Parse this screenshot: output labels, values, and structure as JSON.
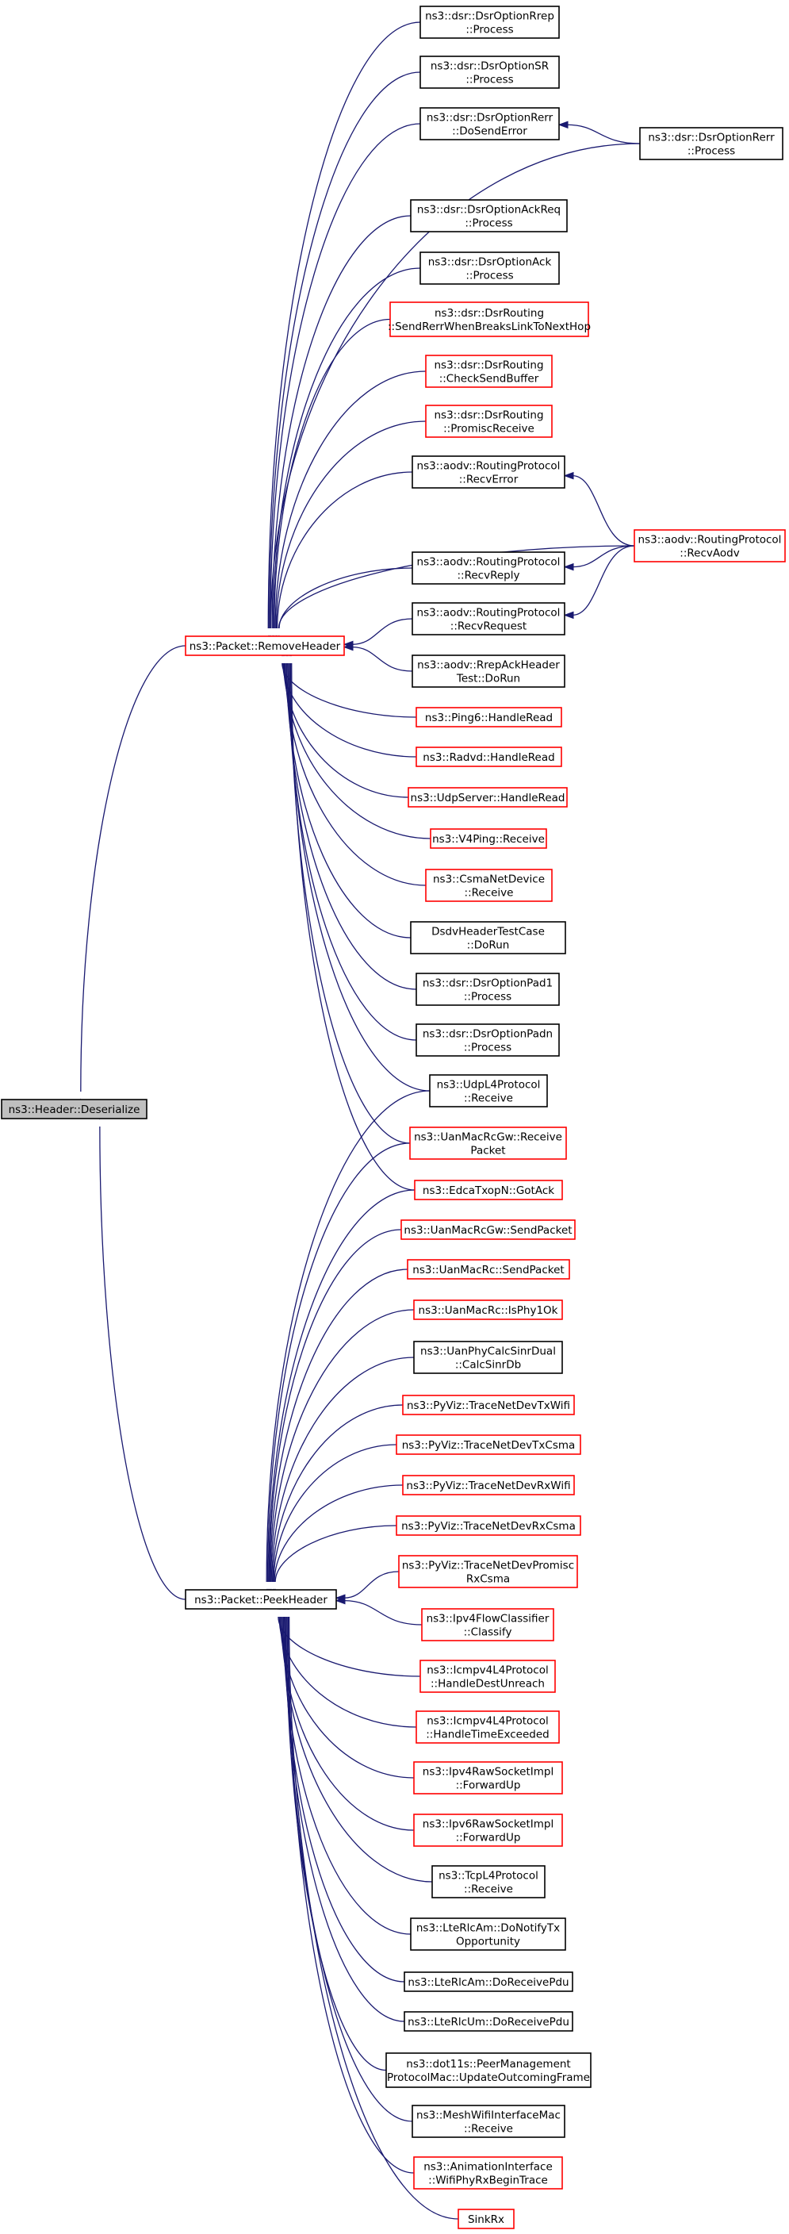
{
  "graph": {
    "title": "",
    "nodes": [
      {
        "id": "header_deserialize",
        "lines": [
          "ns3::Header::Deserialize"
        ],
        "style": "root"
      },
      {
        "id": "packet_removeheader",
        "lines": [
          "ns3::Packet::RemoveHeader"
        ],
        "style": "red"
      },
      {
        "id": "packet_peekheader",
        "lines": [
          "ns3::Packet::PeekHeader"
        ],
        "style": "black"
      },
      {
        "id": "dsroptionrrep_process",
        "lines": [
          "ns3::dsr::DsrOptionRrep",
          "::Process"
        ],
        "style": "black"
      },
      {
        "id": "dsroptionsr_process",
        "lines": [
          "ns3::dsr::DsrOptionSR",
          "::Process"
        ],
        "style": "black"
      },
      {
        "id": "dsroptionrerr_dosenderror",
        "lines": [
          "ns3::dsr::DsrOptionRerr",
          "::DoSendError"
        ],
        "style": "black"
      },
      {
        "id": "dsroptionrerr_process",
        "lines": [
          "ns3::dsr::DsrOptionRerr",
          "::Process"
        ],
        "style": "black"
      },
      {
        "id": "dsroptionackreq_process",
        "lines": [
          "ns3::dsr::DsrOptionAckReq",
          "::Process"
        ],
        "style": "black"
      },
      {
        "id": "dsroptionack_process",
        "lines": [
          "ns3::dsr::DsrOptionAck",
          "::Process"
        ],
        "style": "black"
      },
      {
        "id": "dsrrouting_sendrerr",
        "lines": [
          "ns3::dsr::DsrRouting",
          "::SendRerrWhenBreaksLinkToNextHop"
        ],
        "style": "red"
      },
      {
        "id": "dsrrouting_checksendbuffer",
        "lines": [
          "ns3::dsr::DsrRouting",
          "::CheckSendBuffer"
        ],
        "style": "red"
      },
      {
        "id": "dsrrouting_promiscreceive",
        "lines": [
          "ns3::dsr::DsrRouting",
          "::PromiscReceive"
        ],
        "style": "red"
      },
      {
        "id": "aodv_recverror",
        "lines": [
          "ns3::aodv::RoutingProtocol",
          "::RecvError"
        ],
        "style": "black"
      },
      {
        "id": "aodv_recvaodv",
        "lines": [
          "ns3::aodv::RoutingProtocol",
          "::RecvAodv"
        ],
        "style": "red"
      },
      {
        "id": "aodv_recvreply",
        "lines": [
          "ns3::aodv::RoutingProtocol",
          "::RecvReply"
        ],
        "style": "black"
      },
      {
        "id": "aodv_recvrequest",
        "lines": [
          "ns3::aodv::RoutingProtocol",
          "::RecvRequest"
        ],
        "style": "black"
      },
      {
        "id": "aodv_rrepackheadertest",
        "lines": [
          "ns3::aodv::RrepAckHeader",
          "Test::DoRun"
        ],
        "style": "black"
      },
      {
        "id": "ping6_handleread",
        "lines": [
          "ns3::Ping6::HandleRead"
        ],
        "style": "red"
      },
      {
        "id": "radvd_handleread",
        "lines": [
          "ns3::Radvd::HandleRead"
        ],
        "style": "red"
      },
      {
        "id": "udpserver_handleread",
        "lines": [
          "ns3::UdpServer::HandleRead"
        ],
        "style": "red"
      },
      {
        "id": "v4ping_receive",
        "lines": [
          "ns3::V4Ping::Receive"
        ],
        "style": "red"
      },
      {
        "id": "csmanetdevice_receive",
        "lines": [
          "ns3::CsmaNetDevice",
          "::Receive"
        ],
        "style": "red"
      },
      {
        "id": "dsdvheadertestcase_dorun",
        "lines": [
          "DsdvHeaderTestCase",
          "::DoRun"
        ],
        "style": "black"
      },
      {
        "id": "dsroptionpad1_process",
        "lines": [
          "ns3::dsr::DsrOptionPad1",
          "::Process"
        ],
        "style": "black"
      },
      {
        "id": "dsroptionpadn_process",
        "lines": [
          "ns3::dsr::DsrOptionPadn",
          "::Process"
        ],
        "style": "black"
      },
      {
        "id": "udpl4protocol_receive",
        "lines": [
          "ns3::UdpL4Protocol",
          "::Receive"
        ],
        "style": "black"
      },
      {
        "id": "uanmacrcgw_receivepacket",
        "lines": [
          "ns3::UanMacRcGw::Receive",
          "Packet"
        ],
        "style": "red"
      },
      {
        "id": "edcatxopn_gotack",
        "lines": [
          "ns3::EdcaTxopN::GotAck"
        ],
        "style": "red"
      },
      {
        "id": "uanmacrcgw_sendpacket",
        "lines": [
          "ns3::UanMacRcGw::SendPacket"
        ],
        "style": "red"
      },
      {
        "id": "uanmacrc_sendpacket",
        "lines": [
          "ns3::UanMacRc::SendPacket"
        ],
        "style": "red"
      },
      {
        "id": "uanmacrc_isphy1ok",
        "lines": [
          "ns3::UanMacRc::IsPhy1Ok"
        ],
        "style": "red"
      },
      {
        "id": "uanphycalcsinrdual",
        "lines": [
          "ns3::UanPhyCalcSinrDual",
          "::CalcSinrDb"
        ],
        "style": "black"
      },
      {
        "id": "pyviz_tracenetdevtxwifi",
        "lines": [
          "ns3::PyViz::TraceNetDevTxWifi"
        ],
        "style": "red"
      },
      {
        "id": "pyviz_tracenetdevtxcsma",
        "lines": [
          "ns3::PyViz::TraceNetDevTxCsma"
        ],
        "style": "red"
      },
      {
        "id": "pyviz_tracenetdevrxwifi",
        "lines": [
          "ns3::PyViz::TraceNetDevRxWifi"
        ],
        "style": "red"
      },
      {
        "id": "pyviz_tracenetdevrxcsma",
        "lines": [
          "ns3::PyViz::TraceNetDevRxCsma"
        ],
        "style": "red"
      },
      {
        "id": "pyviz_tracenetdevpromiscrxcsma",
        "lines": [
          "ns3::PyViz::TraceNetDevPromisc",
          "RxCsma"
        ],
        "style": "red"
      },
      {
        "id": "ipv4flowclassifier_classify",
        "lines": [
          "ns3::Ipv4FlowClassifier",
          "::Classify"
        ],
        "style": "red"
      },
      {
        "id": "icmpv4_handledestunreach",
        "lines": [
          "ns3::Icmpv4L4Protocol",
          "::HandleDestUnreach"
        ],
        "style": "red"
      },
      {
        "id": "icmpv4_handletimeexceeded",
        "lines": [
          "ns3::Icmpv4L4Protocol",
          "::HandleTimeExceeded"
        ],
        "style": "red"
      },
      {
        "id": "ipv4rawsocketimpl_forwardup",
        "lines": [
          "ns3::Ipv4RawSocketImpl",
          "::ForwardUp"
        ],
        "style": "red"
      },
      {
        "id": "ipv6rawsocketimpl_forwardup",
        "lines": [
          "ns3::Ipv6RawSocketImpl",
          "::ForwardUp"
        ],
        "style": "red"
      },
      {
        "id": "tcpl4protocol_receive",
        "lines": [
          "ns3::TcpL4Protocol",
          "::Receive"
        ],
        "style": "black"
      },
      {
        "id": "lterlcam_donotifytxopportunity",
        "lines": [
          "ns3::LteRlcAm::DoNotifyTx",
          "Opportunity"
        ],
        "style": "black"
      },
      {
        "id": "lterlcam_doreceivepdu",
        "lines": [
          "ns3::LteRlcAm::DoReceivePdu"
        ],
        "style": "black"
      },
      {
        "id": "lterlcum_doreceivepdu",
        "lines": [
          "ns3::LteRlcUm::DoReceivePdu"
        ],
        "style": "black"
      },
      {
        "id": "dot11s_peermanagement",
        "lines": [
          "ns3::dot11s::PeerManagement",
          "ProtocolMac::UpdateOutcomingFrame"
        ],
        "style": "black"
      },
      {
        "id": "meshwifiinterfacemac_receive",
        "lines": [
          "ns3::MeshWifiInterfaceMac",
          "::Receive"
        ],
        "style": "black"
      },
      {
        "id": "animationinterface_wifiphyrxbegintrace",
        "lines": [
          "ns3::AnimationInterface",
          "::WifiPhyRxBeginTrace"
        ],
        "style": "red"
      },
      {
        "id": "sinkrx",
        "lines": [
          "SinkRx"
        ],
        "style": "red"
      }
    ],
    "edges": [
      [
        "packet_removeheader",
        "header_deserialize"
      ],
      [
        "packet_peekheader",
        "header_deserialize"
      ],
      [
        "dsroptionrrep_process",
        "packet_removeheader"
      ],
      [
        "dsroptionsr_process",
        "packet_removeheader"
      ],
      [
        "dsroptionrerr_dosenderror",
        "packet_removeheader"
      ],
      [
        "dsroptionrerr_process",
        "dsroptionrerr_dosenderror"
      ],
      [
        "dsroptionrerr_process",
        "packet_removeheader"
      ],
      [
        "dsroptionackreq_process",
        "packet_removeheader"
      ],
      [
        "dsroptionack_process",
        "packet_removeheader"
      ],
      [
        "dsrrouting_sendrerr",
        "packet_removeheader"
      ],
      [
        "dsrrouting_checksendbuffer",
        "packet_removeheader"
      ],
      [
        "dsrrouting_promiscreceive",
        "packet_removeheader"
      ],
      [
        "aodv_recverror",
        "packet_removeheader"
      ],
      [
        "aodv_recvaodv",
        "aodv_recverror"
      ],
      [
        "aodv_recvaodv",
        "packet_removeheader"
      ],
      [
        "aodv_recvaodv",
        "aodv_recvreply"
      ],
      [
        "aodv_recvaodv",
        "aodv_recvrequest"
      ],
      [
        "aodv_recvreply",
        "packet_removeheader"
      ],
      [
        "aodv_recvrequest",
        "packet_removeheader"
      ],
      [
        "aodv_rrepackheadertest",
        "packet_removeheader"
      ],
      [
        "ping6_handleread",
        "packet_removeheader"
      ],
      [
        "radvd_handleread",
        "packet_removeheader"
      ],
      [
        "udpserver_handleread",
        "packet_removeheader"
      ],
      [
        "v4ping_receive",
        "packet_removeheader"
      ],
      [
        "csmanetdevice_receive",
        "packet_removeheader"
      ],
      [
        "dsdvheadertestcase_dorun",
        "packet_removeheader"
      ],
      [
        "dsroptionpad1_process",
        "packet_removeheader"
      ],
      [
        "dsroptionpadn_process",
        "packet_removeheader"
      ],
      [
        "udpl4protocol_receive",
        "packet_removeheader"
      ],
      [
        "uanmacrcgw_receivepacket",
        "packet_removeheader"
      ],
      [
        "edcatxopn_gotack",
        "packet_removeheader"
      ],
      [
        "udpl4protocol_receive",
        "packet_peekheader"
      ],
      [
        "uanmacrcgw_receivepacket",
        "packet_peekheader"
      ],
      [
        "edcatxopn_gotack",
        "packet_peekheader"
      ],
      [
        "uanmacrcgw_sendpacket",
        "packet_peekheader"
      ],
      [
        "uanmacrc_sendpacket",
        "packet_peekheader"
      ],
      [
        "uanmacrc_isphy1ok",
        "packet_peekheader"
      ],
      [
        "uanphycalcsinrdual",
        "packet_peekheader"
      ],
      [
        "pyviz_tracenetdevtxwifi",
        "packet_peekheader"
      ],
      [
        "pyviz_tracenetdevtxcsma",
        "packet_peekheader"
      ],
      [
        "pyviz_tracenetdevrxwifi",
        "packet_peekheader"
      ],
      [
        "pyviz_tracenetdevrxcsma",
        "packet_peekheader"
      ],
      [
        "pyviz_tracenetdevpromiscrxcsma",
        "packet_peekheader"
      ],
      [
        "ipv4flowclassifier_classify",
        "packet_peekheader"
      ],
      [
        "icmpv4_handledestunreach",
        "packet_peekheader"
      ],
      [
        "icmpv4_handletimeexceeded",
        "packet_peekheader"
      ],
      [
        "ipv4rawsocketimpl_forwardup",
        "packet_peekheader"
      ],
      [
        "ipv6rawsocketimpl_forwardup",
        "packet_peekheader"
      ],
      [
        "tcpl4protocol_receive",
        "packet_peekheader"
      ],
      [
        "lterlcam_donotifytxopportunity",
        "packet_peekheader"
      ],
      [
        "lterlcam_doreceivepdu",
        "packet_peekheader"
      ],
      [
        "lterlcum_doreceivepdu",
        "packet_peekheader"
      ],
      [
        "dot11s_peermanagement",
        "packet_peekheader"
      ],
      [
        "meshwifiinterfacemac_receive",
        "packet_peekheader"
      ],
      [
        "animationinterface_wifiphyrxbegintrace",
        "packet_peekheader"
      ],
      [
        "sinkrx",
        "packet_peekheader"
      ]
    ]
  }
}
